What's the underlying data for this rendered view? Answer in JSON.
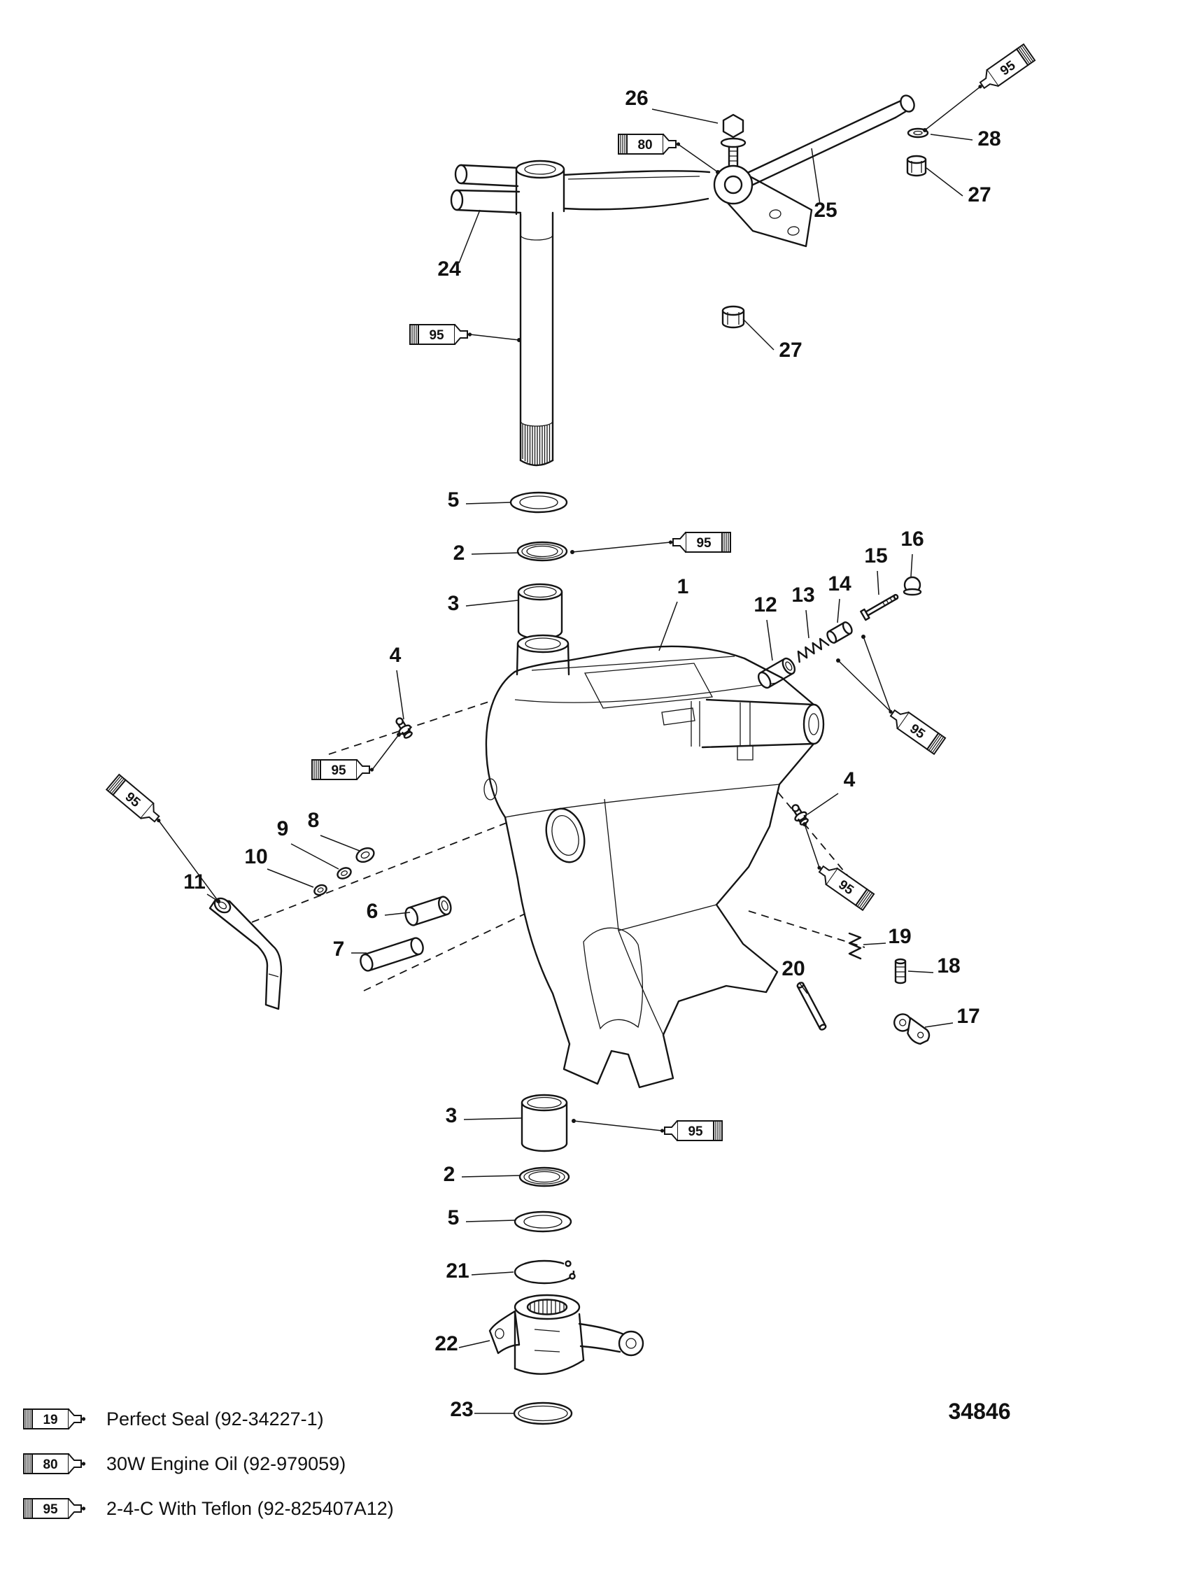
{
  "figure": {
    "number": "34846"
  },
  "callouts": {
    "1": "1",
    "2": "2",
    "3": "3",
    "4": "4",
    "5": "5",
    "6": "6",
    "7": "7",
    "8": "8",
    "9": "9",
    "10": "10",
    "11": "11",
    "12": "12",
    "13": "13",
    "14": "14",
    "15": "15",
    "16": "16",
    "17": "17",
    "18": "18",
    "19": "19",
    "20": "20",
    "21": "21",
    "22": "22",
    "23": "23",
    "24": "24",
    "25": "25",
    "26": "26",
    "27": "27",
    "28": "28"
  },
  "lubricants": {
    "perfect_seal": {
      "code": "19",
      "label": "Perfect Seal (92-34227-1)"
    },
    "engine_oil": {
      "code": "80",
      "label": "30W Engine Oil (92-979059)"
    },
    "two_four_c": {
      "code": "95",
      "label": "2-4-C With Teflon (92-825407A12)"
    }
  }
}
